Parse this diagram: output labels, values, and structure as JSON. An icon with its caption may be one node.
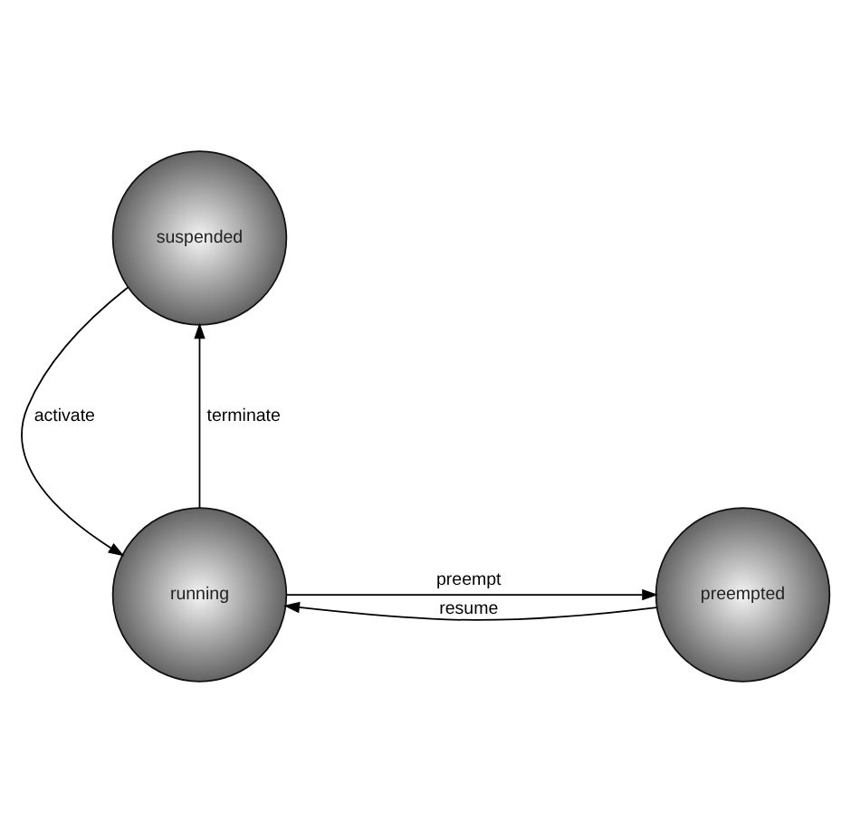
{
  "diagram": {
    "nodes": [
      {
        "text": [
          "suspended"
        ]
      },
      {
        "text": [
          "running"
        ]
      },
      {
        "text": [
          "preempted"
        ]
      }
    ],
    "edges": [
      {
        "from": 0,
        "to": 1,
        "label": "activate",
        "arrow": "to"
      },
      {
        "from": 1,
        "to": 0,
        "label": "terminate",
        "arrow": "to"
      },
      {
        "from": 2,
        "to": 1,
        "label": "resume",
        "arrow": "to"
      },
      {
        "from": 1,
        "to": 2,
        "label": "preempt",
        "arrow": "to"
      }
    ]
  }
}
